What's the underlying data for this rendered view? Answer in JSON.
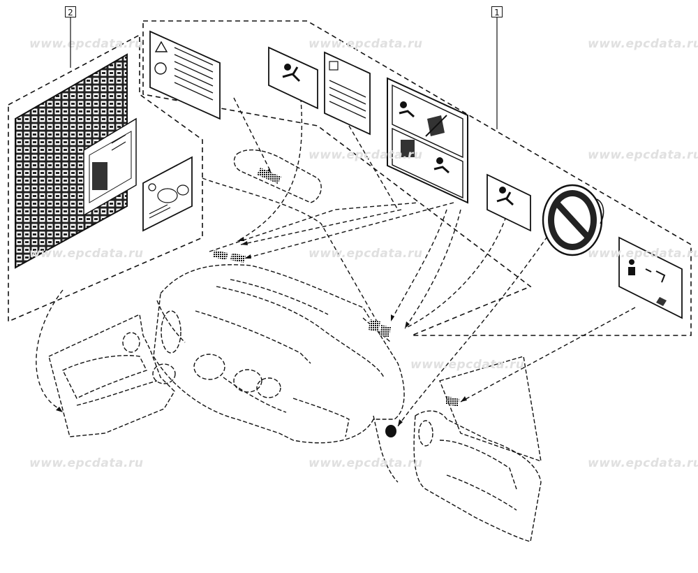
{
  "callouts": [
    {
      "id": "1",
      "label": "1"
    },
    {
      "id": "2",
      "label": "2"
    }
  ],
  "watermark": {
    "text": "www.epcdata.ru"
  },
  "colors": {
    "line": "#111111",
    "watermark": "#e0e0e0",
    "background": "#ffffff"
  }
}
